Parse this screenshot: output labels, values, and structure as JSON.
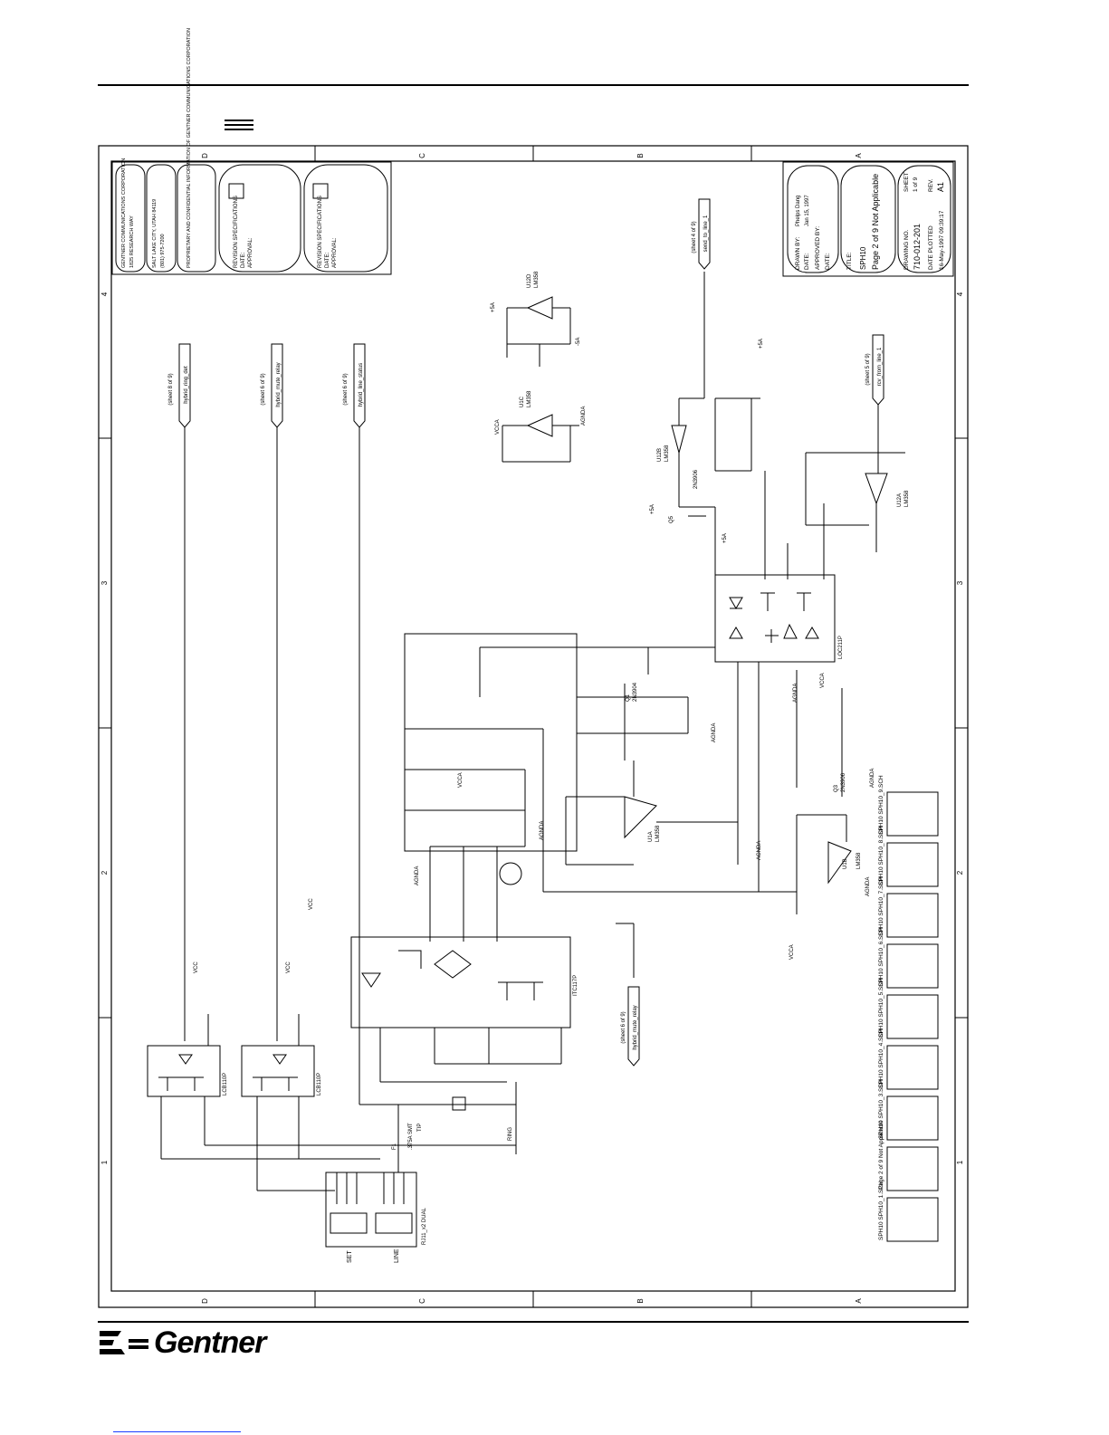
{
  "brand": {
    "name": "Gentner"
  },
  "sheet": {
    "zone_letters_top": [
      "D",
      "C",
      "B",
      "A"
    ],
    "zone_letters_bottom": [
      "D",
      "C",
      "B",
      "A"
    ],
    "zone_numbers": [
      "4",
      "3",
      "2",
      "1"
    ]
  },
  "title_block": {
    "drawn_by_label": "DRAWN BY:",
    "drawn_by": "Phelps Dang",
    "date_label": "DATE:",
    "date": "Jan 15, 1997",
    "approved_label": "APPROVED BY:",
    "date2_label": "DATE:",
    "title_label": "TITLE:",
    "title": "SPH10",
    "subtitle": "Page 2 of 9 Not Applicable",
    "drawing_no_label": "DRAWING NO.",
    "drawing_no": "710-012-201",
    "sheet_label": "SHEET",
    "sheet_value": "1 of 9",
    "rev_label": "REV.",
    "rev": "A1",
    "plotted_label": "DATE PLOTTED",
    "plotted": "16-May-1997  09:39:17"
  },
  "approval_boxes": [
    {
      "l1": "REVISION SPECIFICATIONS",
      "l2": "DATE:",
      "l3": "APPROVAL:"
    },
    {
      "l1": "REVISION SPECIFICATIONS",
      "l2": "DATE:",
      "l3": "APPROVAL:"
    }
  ],
  "company_block": [
    "GENTNER COMMUNICATIONS CORPORATION",
    "1825 RESEARCH WAY",
    "SALT LAKE CITY, UTAH 84119",
    "(801) 975-7200",
    "PROPRIETARY AND CONFIDENTIAL INFORMATION OF GENTNER COMMUNICATIONS CORPORATION"
  ],
  "off_page": [
    {
      "ref": "(sheet 8 of 9)",
      "net": "hybrid_ring_det"
    },
    {
      "ref": "(sheet 6 of 9)",
      "net": "hybrid_mute_relay"
    },
    {
      "ref": "(sheet 6 of 9)",
      "net": "hybrid_line_status"
    },
    {
      "ref": "(sheet 4 of 9)",
      "net": "send_to_line_1"
    },
    {
      "ref": "(sheet 5 of 9)",
      "net": "rcv_from_line_1"
    },
    {
      "ref": "(sheet 6 of 9)",
      "net": "hybrid_mute_relay"
    }
  ],
  "parts": {
    "u12d": {
      "ref": "U12D",
      "val": "LM358"
    },
    "u1c": {
      "ref": "U1C",
      "val": "LM358"
    },
    "u12b": {
      "ref": "U12B",
      "val": "LM358"
    },
    "u12a": {
      "ref": "U12A",
      "val": "LM358"
    },
    "u1a": {
      "ref": "U1A",
      "val": "LM358"
    },
    "u1b": {
      "ref": "U1B",
      "val": "LM358"
    },
    "loc": {
      "ref": "LOC211P"
    },
    "itc": {
      "ref": "ITC117P"
    },
    "lcb1": {
      "ref": "LCB110P"
    },
    "lcb2": {
      "ref": "LCB110P"
    },
    "rj": {
      "ref": "RJ11_x2 DUAL",
      "set": "SET",
      "line": "LINE"
    },
    "q1": {
      "ref": "Q1",
      "val": "2N3904"
    },
    "q5": {
      "ref": "Q5",
      "val": "2N3906"
    },
    "q3": {
      "ref": "Q3",
      "val": "2N3906"
    },
    "f1": {
      "ref": "F1",
      "val": ".375A SMT",
      "tip": "TIP"
    },
    "ring": "RING"
  },
  "nets": {
    "vcc": "VCC",
    "vcca": "VCCA",
    "agnda": "AGNDA",
    "p5a": "+5A",
    "m5a": "-5A"
  },
  "sheet_tabs": [
    "SPH10 SPH10_1.SCH",
    "Page 2 of 9 Not Applicable",
    "SPH10 SPH10_3.SCH",
    "SPH10 SPH10_4.SCH",
    "SPH10 SPH10_5.SCH",
    "SPH10 SPH10_6.SCH",
    "SPH10 SPH10_7.SCH",
    "SPH10 SPH10_8.SCH",
    "SPH10 SPH10_9.SCH"
  ]
}
